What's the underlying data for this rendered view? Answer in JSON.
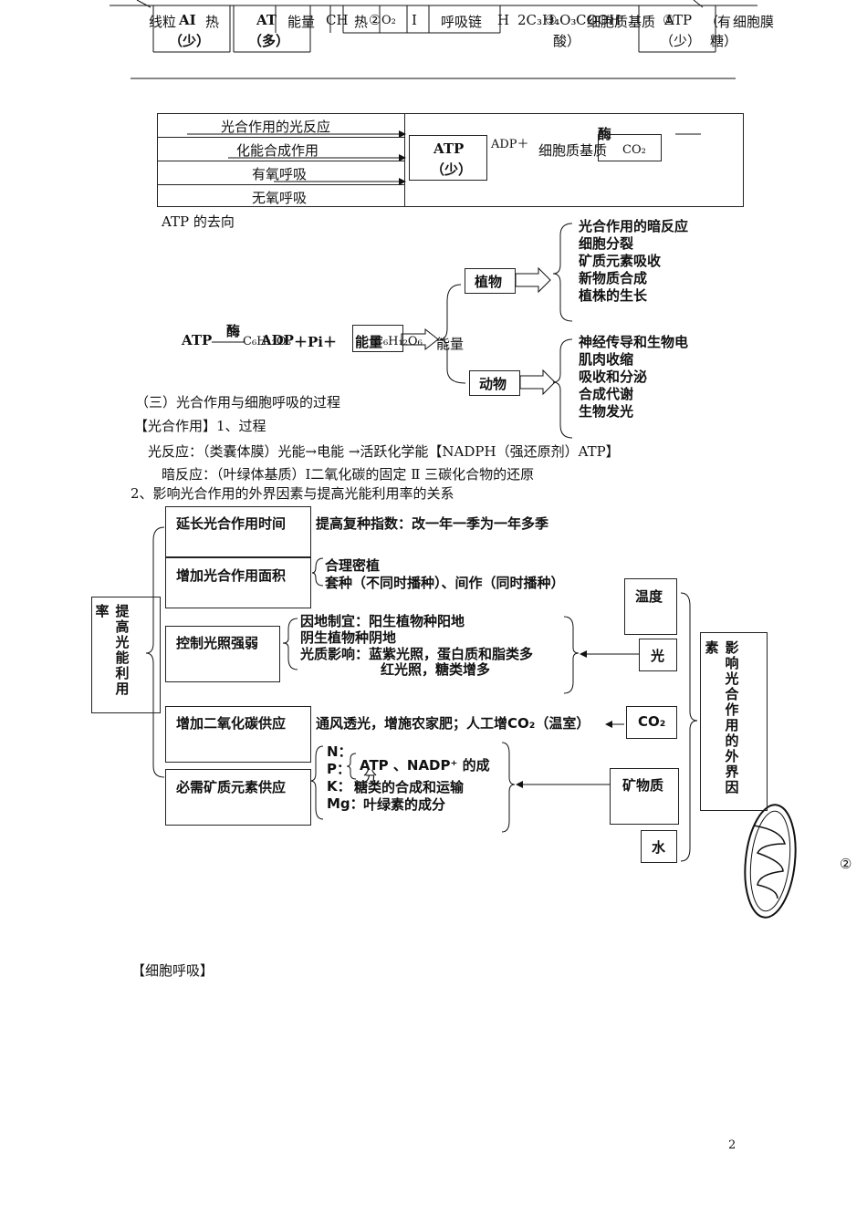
{
  "top_fragments": {
    "xianliti": "线粒",
    "AI": "AI",
    "re1": "热",
    "shao1": "（少）",
    "AT": "AT",
    "duo": "（多）",
    "nengliang1": "能量",
    "CH": "CH",
    "re2": "热",
    "circ2": "②",
    "O2": "O₂",
    "I": "I",
    "huxilian": "呼吸链",
    "H": "H",
    "c2h": "2C₃H₄O₃",
    "cooh": "COOH",
    "circ3": "③",
    "jizhi": "细胞质基质",
    "circ": "①",
    "suan": "酸）",
    "ATP_top": "ATP",
    "shao2": "（少）",
    "paren": "（",
    "xibaomo": "细胞膜",
    "tang": "糖）",
    "jiu": "有"
  },
  "table": {
    "rows": [
      "光合作用的光反应",
      "化能合成作用",
      "有氧呼吸",
      "无氧呼吸"
    ],
    "atp_box": "ATP",
    "atp_box_sub": "（少）",
    "adp_plus": "ADP＋",
    "mei": "酶",
    "jizhi": "细胞质基质",
    "co2": "CO₂"
  },
  "atp_quxiang": {
    "title": "ATP 的去向",
    "equation": {
      "atp": "ATP",
      "mei": "酶",
      "c6": "C₆H₁₂O₆",
      "adp": "ADP",
      "pi": "＋Pi＋",
      "nengliang": "能量",
      "c6b": "C₆H₁₂O₆",
      "nengliang2": "能量"
    },
    "plant": {
      "label": "植物",
      "uses": [
        "光合作用的暗反应",
        "细胞分裂",
        "矿质元素吸收",
        "新物质合成",
        "植株的生长"
      ]
    },
    "animal": {
      "label": "动物",
      "uses": [
        "神经传导和生物电",
        "肌肉收缩",
        "吸收和分泌",
        "合成代谢",
        "生物发光"
      ]
    }
  },
  "section3": {
    "heading": "（三）光合作用与细胞呼吸的过程",
    "photo_heading": "【光合作用】1、过程",
    "light": "光反应：（类囊体膜）光能→电能 →活跃化学能【NADPH（强还原剂）ATP】",
    "dark": "暗反应：（叶绿体基质）Ⅰ二氧化碳的固定   Ⅱ 三碳化合物的还原",
    "factors": "2、影响光合作用的外界因素与提高光能利用率的关系"
  },
  "factor_diagram": {
    "left_title": "提高光能利用率",
    "boxes": [
      "延长光合作用时间",
      "增加光合作用面积",
      "控制光照强弱",
      "增加二氧化碳供应",
      "必需矿质元素供应"
    ],
    "time_note": "提高复种指数：改一年一季为一年多季",
    "area_notes": [
      "合理密植",
      "套种（不同时播种）、间作（同时播种）"
    ],
    "light_notes": [
      "因地制宜：阳生植物种阳地",
      "阴生植物种阴地",
      "光质影响：蓝紫光照，蛋白质和脂类多",
      "红光照，糖类增多"
    ],
    "co2_note": "通风透光，增施农家肥；人工增CO₂（温室）",
    "mineral_elements": [
      "N：",
      "P：",
      "K：",
      "Mg："
    ],
    "mineral_notes": [
      "ATP 、NADP⁺ 的成",
      "分",
      "糖类的合成和运输",
      "叶绿素的成分"
    ],
    "right_boxes": [
      "温度",
      "光",
      "CO₂",
      "矿物质",
      "水"
    ],
    "right_title": "影响光合作用的外界因素",
    "circ2": "②"
  },
  "respiration_heading": "【细胞呼吸】",
  "page_number": "2"
}
